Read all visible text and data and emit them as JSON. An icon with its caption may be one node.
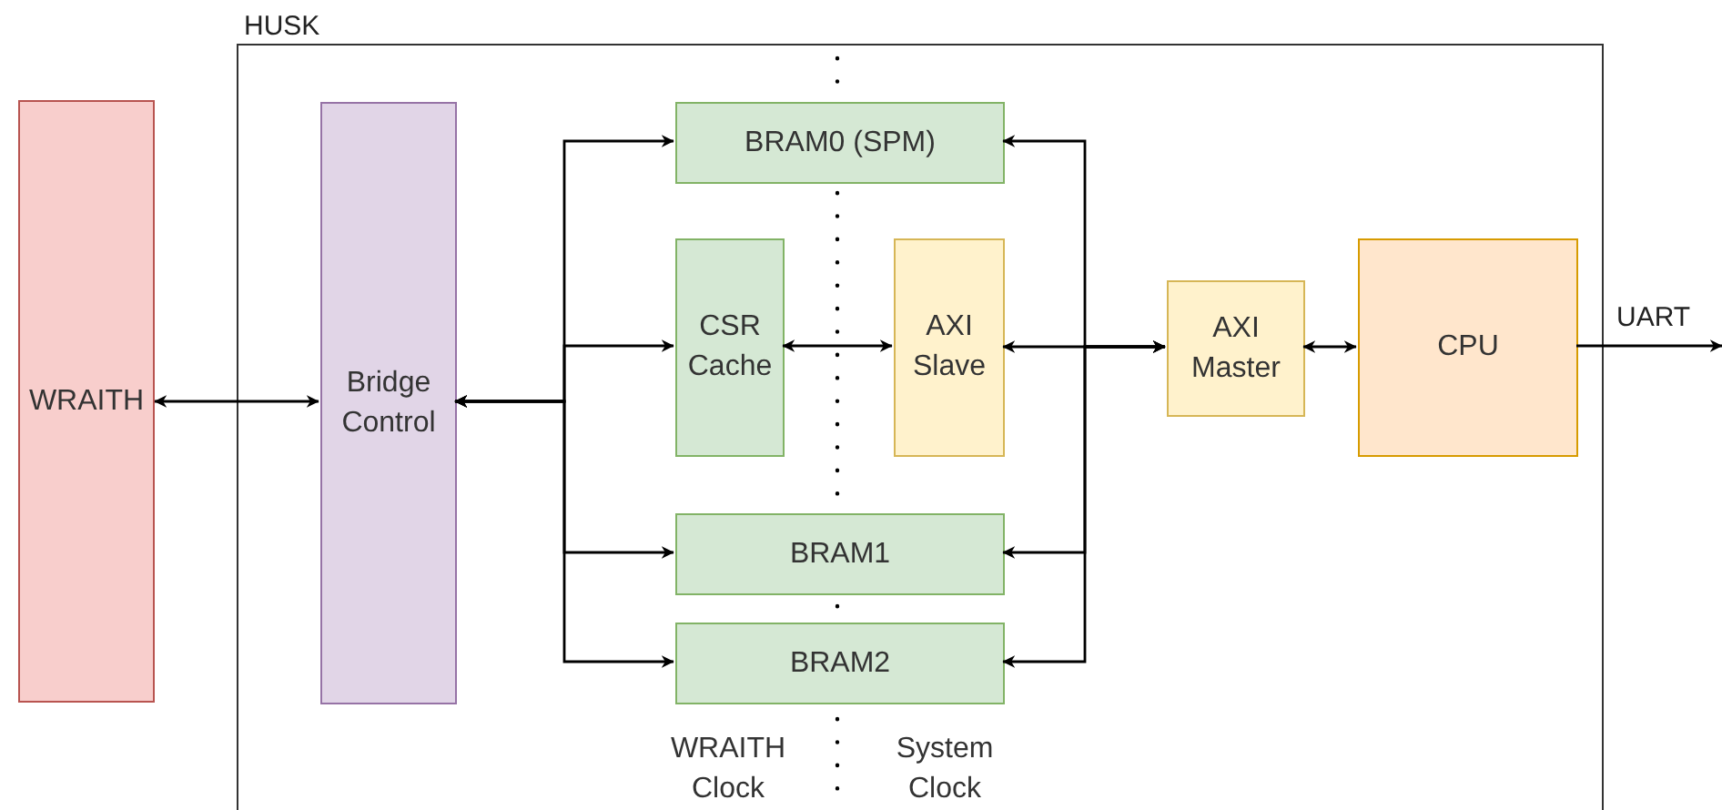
{
  "diagram": {
    "nodes": [
      {
        "text": [
          "WRAITH"
        ]
      },
      {
        "text": [
          "HUSK"
        ]
      },
      {
        "text": [
          "Bridge Control"
        ],
        "in": 1
      },
      {
        "text": [
          "BRAM0 (SPM)"
        ],
        "in": 1
      },
      {
        "text": [
          "CSR Cache"
        ],
        "in": 1
      },
      {
        "text": [
          "AXI Slave"
        ],
        "in": 1
      },
      {
        "text": [
          "BRAM1"
        ],
        "in": 1
      },
      {
        "text": [
          "BRAM2"
        ],
        "in": 1
      },
      {
        "text": [
          "AXI Master"
        ],
        "in": 1
      },
      {
        "text": [
          "CPU"
        ],
        "in": 1
      }
    ],
    "edges": [
      {
        "from": 0,
        "to": 2,
        "arrow": "both"
      },
      {
        "from": 2,
        "to": 3,
        "arrow": "both"
      },
      {
        "from": 2,
        "to": 4,
        "arrow": "both"
      },
      {
        "from": 2,
        "to": 6,
        "arrow": "both"
      },
      {
        "from": 2,
        "to": 7,
        "arrow": "both"
      },
      {
        "from": 4,
        "to": 5,
        "arrow": "both"
      },
      {
        "from": 8,
        "to": 5,
        "arrow": "both"
      },
      {
        "from": 8,
        "to": 3,
        "arrow": "both"
      },
      {
        "from": 8,
        "to": 6,
        "arrow": "both"
      },
      {
        "from": 8,
        "to": 7,
        "arrow": "both"
      },
      {
        "from": 8,
        "to": 9,
        "arrow": "both"
      },
      {
        "from": 9,
        "to": null,
        "arrow": "to",
        "label": "UART"
      }
    ],
    "labels": [
      "WRAITH Clock",
      "System Clock"
    ]
  }
}
